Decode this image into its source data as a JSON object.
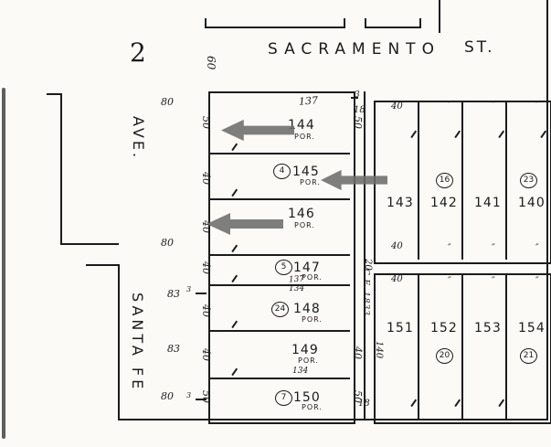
{
  "palette": {
    "ink": "#1b1b1b",
    "paper": "#fbfaf7",
    "arrow": "#6d6d6d"
  },
  "header": {
    "sheet_number": "2"
  },
  "streets": {
    "sacramento_name": "SACRAMENTO",
    "sacramento_type": "ST.",
    "ave_label": "AVE.",
    "santa_fe_label": "SANTA FE"
  },
  "center_block": {
    "lots": [
      {
        "number": "144",
        "sub": "POR.",
        "circle": ""
      },
      {
        "number": "145",
        "sub": "POR.",
        "circle": "4"
      },
      {
        "number": "146",
        "sub": "POR.",
        "circle": ""
      },
      {
        "number": "147",
        "sub": "POR.",
        "circle": "5"
      },
      {
        "number": "148",
        "sub": "POR.",
        "circle": "24"
      },
      {
        "number": "149",
        "sub": "POR.",
        "circle": ""
      },
      {
        "number": "150",
        "sub": "POR.",
        "circle": "7"
      }
    ]
  },
  "right_block_upper": {
    "lots": [
      {
        "number": "143",
        "circle": ""
      },
      {
        "number": "142",
        "circle": "16"
      },
      {
        "number": "141",
        "circle": ""
      },
      {
        "number": "140",
        "circle": "23"
      }
    ]
  },
  "right_block_lower": {
    "lots": [
      {
        "number": "151",
        "circle": ""
      },
      {
        "number": "152",
        "circle": "20"
      },
      {
        "number": "153",
        "circle": ""
      },
      {
        "number": "154",
        "circle": "21"
      }
    ]
  },
  "dims": {
    "top_60": "60",
    "left_80_a": "80",
    "left_80_b": "80",
    "left_80_c": "80",
    "left_83_a": "83",
    "left_83_b": "83",
    "small_3_a": "3",
    "small_3_b": "3",
    "c144_top": "137",
    "c144_left": "50",
    "c144_right": "50",
    "tr_3": "3",
    "tr_18": "18",
    "c145_left": "40",
    "c146_left": "40",
    "c147_left": "40",
    "c148_left": "40",
    "c149_left": "40",
    "c150_left": "50",
    "c149_right": "40",
    "c150_right": "50",
    "br_18": "18",
    "mid_137": "137",
    "mid_134": "134",
    "low_134": "134",
    "alley_20": "20",
    "cf_note": "C.F. 1833",
    "rbu_40_top": "40",
    "rbu_40_bottom": "40",
    "rbl_40_top": "40",
    "rbl_140": "140",
    "ditto": "″"
  }
}
